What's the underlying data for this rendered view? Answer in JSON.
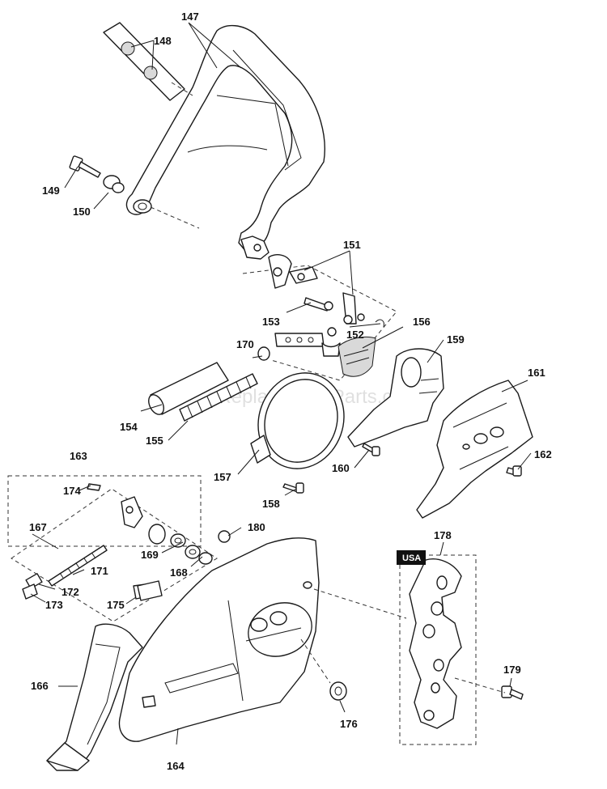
{
  "watermark": "eReplacementParts.com",
  "badge": "USA",
  "callouts": {
    "p147": "147",
    "p148": "148",
    "p149": "149",
    "p150": "150",
    "p151": "151",
    "p152": "152",
    "p153": "153",
    "p154": "154",
    "p155": "155",
    "p156": "156",
    "p157": "157",
    "p158": "158",
    "p159": "159",
    "p160": "160",
    "p161": "161",
    "p162": "162",
    "p163": "163",
    "p164": "164",
    "p166": "166",
    "p167": "167",
    "p168": "168",
    "p169": "169",
    "p170": "170",
    "p171": "171",
    "p172": "172",
    "p173": "173",
    "p174": "174",
    "p175": "175",
    "p176": "176",
    "p178": "178",
    "p179": "179",
    "p180": "180"
  }
}
